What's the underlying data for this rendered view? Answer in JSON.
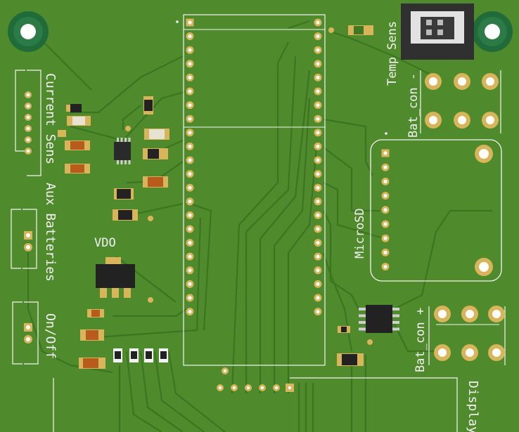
{
  "board": {
    "labels": {
      "current_sens": "Current Sens",
      "aux_batteries": "Aux Batteries",
      "on_off": "On/Off",
      "vdo": "VDO",
      "microsd": "MicroSD",
      "temp_sens": "Temp Sens",
      "bat_con_minus": "Bat_con -",
      "bat_con_plus": "Bat_con +",
      "display": "Display"
    },
    "colors": {
      "pcb": "#4f8a2c",
      "trace": "#3f7a22",
      "silkscreen": "#f4f4f4",
      "pad": "#d8b45a",
      "mounting_ring": "#1f6b3a"
    },
    "icons": {
      "mounting_hole": "mounting-hole-icon",
      "connector": "jst-connector-icon",
      "chip": "ic-chip-icon",
      "resistor": "smd-resistor-icon"
    }
  }
}
